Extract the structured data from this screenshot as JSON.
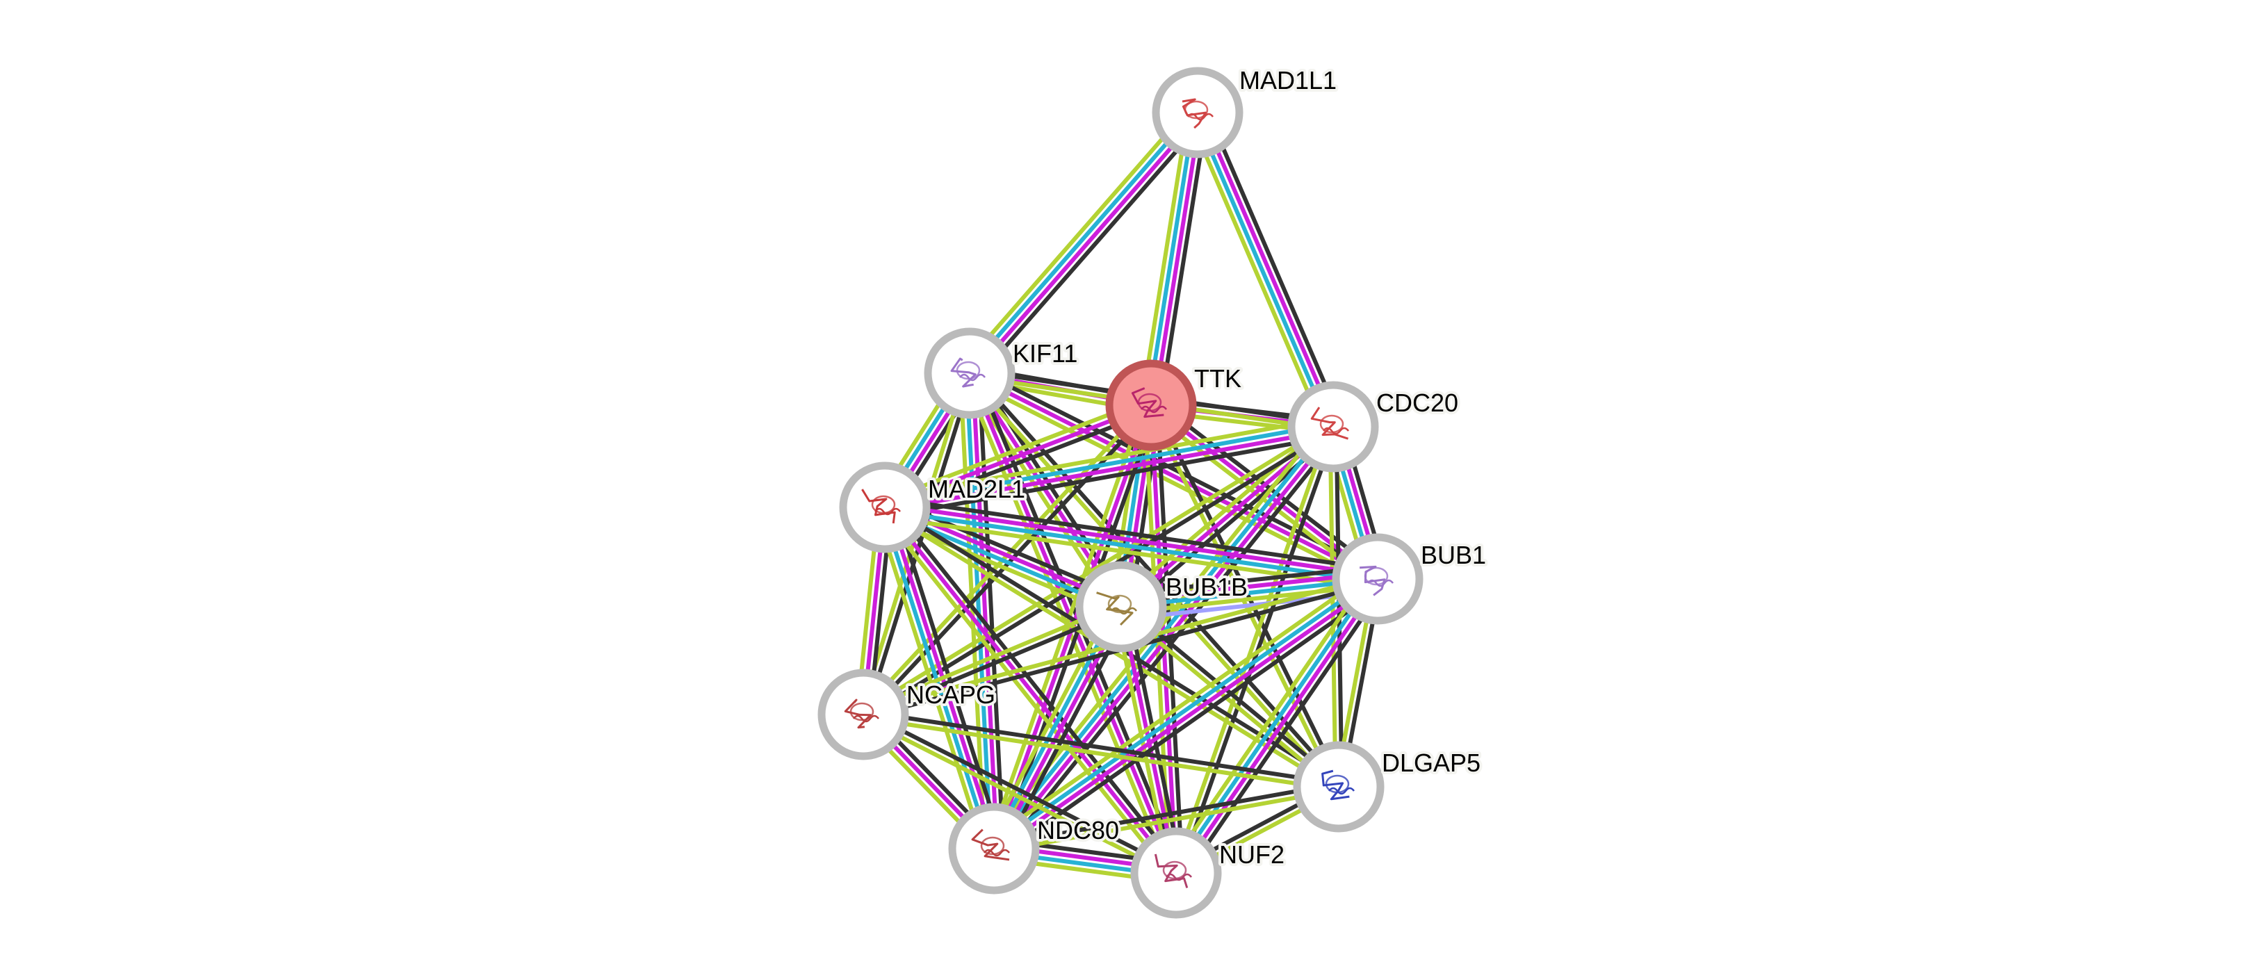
{
  "network": {
    "colors": {
      "experiments": "#cc1fdb",
      "databases": "#27b2d4",
      "textmining": "#b4d334",
      "coexpression": "#333333",
      "homology": "#a0a0ff",
      "node_ring": "#bababa",
      "query_fill": "#f79595",
      "query_ring": "#bf5555"
    },
    "nodes": [
      {
        "id": "MAD1L1",
        "label": "MAD1L1",
        "query": false,
        "icon": "protein-structure-icon",
        "tint": "#d04545"
      },
      {
        "id": "KIF11",
        "label": "KIF11",
        "query": false,
        "icon": "protein-structure-icon",
        "tint": "#9b74c9"
      },
      {
        "id": "TTK",
        "label": "TTK",
        "query": true,
        "icon": "protein-structure-icon",
        "tint": "#b8246a"
      },
      {
        "id": "CDC20",
        "label": "CDC20",
        "query": false,
        "icon": "protein-structure-icon",
        "tint": "#d04545"
      },
      {
        "id": "MAD2L1",
        "label": "MAD2L1",
        "query": false,
        "icon": "protein-structure-icon",
        "tint": "#c83a3a"
      },
      {
        "id": "BUB1B",
        "label": "BUB1B",
        "query": false,
        "icon": "protein-structure-icon",
        "tint": "#9a8040"
      },
      {
        "id": "BUB1",
        "label": "BUB1",
        "query": false,
        "icon": "protein-structure-icon",
        "tint": "#9b74c9"
      },
      {
        "id": "NCAPG",
        "label": "NCAPG",
        "query": false,
        "icon": "protein-structure-icon",
        "tint": "#b84040"
      },
      {
        "id": "DLGAP5",
        "label": "DLGAP5",
        "query": false,
        "icon": "protein-structure-icon",
        "tint": "#3344bb"
      },
      {
        "id": "NDC80",
        "label": "NDC80",
        "query": false,
        "icon": "protein-structure-icon",
        "tint": "#b84040"
      },
      {
        "id": "NUF2",
        "label": "NUF2",
        "query": false,
        "icon": "protein-structure-icon",
        "tint": "#b0406a"
      }
    ],
    "edges": [
      {
        "a": "MAD1L1",
        "b": "KIF11",
        "types": [
          "coexpression",
          "experiments",
          "databases",
          "textmining"
        ]
      },
      {
        "a": "MAD1L1",
        "b": "TTK",
        "types": [
          "coexpression",
          "experiments",
          "databases",
          "textmining"
        ]
      },
      {
        "a": "MAD1L1",
        "b": "CDC20",
        "types": [
          "coexpression",
          "experiments",
          "databases",
          "textmining"
        ]
      },
      {
        "a": "KIF11",
        "b": "TTK",
        "types": [
          "coexpression",
          "experiments",
          "textmining"
        ]
      },
      {
        "a": "TTK",
        "b": "CDC20",
        "types": [
          "coexpression",
          "experiments",
          "textmining"
        ]
      },
      {
        "a": "KIF11",
        "b": "MAD2L1",
        "types": [
          "coexpression",
          "experiments",
          "databases",
          "textmining"
        ]
      },
      {
        "a": "KIF11",
        "b": "BUB1B",
        "types": [
          "coexpression",
          "experiments",
          "textmining"
        ]
      },
      {
        "a": "KIF11",
        "b": "BUB1",
        "types": [
          "coexpression",
          "experiments",
          "textmining"
        ]
      },
      {
        "a": "KIF11",
        "b": "NCAPG",
        "types": [
          "coexpression",
          "textmining"
        ]
      },
      {
        "a": "KIF11",
        "b": "NDC80",
        "types": [
          "coexpression",
          "experiments",
          "databases",
          "textmining"
        ]
      },
      {
        "a": "KIF11",
        "b": "NUF2",
        "types": [
          "coexpression",
          "experiments",
          "textmining"
        ]
      },
      {
        "a": "KIF11",
        "b": "DLGAP5",
        "types": [
          "coexpression",
          "textmining"
        ]
      },
      {
        "a": "KIF11",
        "b": "CDC20",
        "types": [
          "coexpression",
          "textmining"
        ]
      },
      {
        "a": "TTK",
        "b": "MAD2L1",
        "types": [
          "coexpression",
          "experiments",
          "textmining"
        ]
      },
      {
        "a": "TTK",
        "b": "BUB1B",
        "types": [
          "coexpression",
          "experiments",
          "databases",
          "textmining"
        ]
      },
      {
        "a": "TTK",
        "b": "BUB1",
        "types": [
          "coexpression",
          "experiments",
          "textmining"
        ]
      },
      {
        "a": "TTK",
        "b": "NCAPG",
        "types": [
          "coexpression",
          "textmining"
        ]
      },
      {
        "a": "TTK",
        "b": "NDC80",
        "types": [
          "coexpression",
          "experiments",
          "textmining"
        ]
      },
      {
        "a": "TTK",
        "b": "NUF2",
        "types": [
          "coexpression",
          "experiments",
          "textmining"
        ]
      },
      {
        "a": "TTK",
        "b": "DLGAP5",
        "types": [
          "coexpression",
          "textmining"
        ]
      },
      {
        "a": "CDC20",
        "b": "MAD2L1",
        "types": [
          "coexpression",
          "experiments",
          "databases",
          "textmining"
        ]
      },
      {
        "a": "CDC20",
        "b": "BUB1B",
        "types": [
          "coexpression",
          "experiments",
          "textmining"
        ]
      },
      {
        "a": "CDC20",
        "b": "BUB1",
        "types": [
          "coexpression",
          "experiments",
          "databases",
          "textmining"
        ]
      },
      {
        "a": "CDC20",
        "b": "NCAPG",
        "types": [
          "coexpression",
          "textmining"
        ]
      },
      {
        "a": "CDC20",
        "b": "NDC80",
        "types": [
          "coexpression",
          "experiments",
          "databases",
          "textmining"
        ]
      },
      {
        "a": "CDC20",
        "b": "NUF2",
        "types": [
          "coexpression",
          "textmining"
        ]
      },
      {
        "a": "CDC20",
        "b": "DLGAP5",
        "types": [
          "coexpression",
          "textmining"
        ]
      },
      {
        "a": "MAD2L1",
        "b": "BUB1B",
        "types": [
          "coexpression",
          "experiments",
          "databases",
          "textmining"
        ]
      },
      {
        "a": "MAD2L1",
        "b": "BUB1",
        "types": [
          "coexpression",
          "experiments",
          "databases",
          "textmining"
        ]
      },
      {
        "a": "MAD2L1",
        "b": "NCAPG",
        "types": [
          "coexpression",
          "experiments",
          "textmining"
        ]
      },
      {
        "a": "MAD2L1",
        "b": "NDC80",
        "types": [
          "coexpression",
          "experiments",
          "databases",
          "textmining"
        ]
      },
      {
        "a": "MAD2L1",
        "b": "NUF2",
        "types": [
          "coexpression",
          "experiments",
          "textmining"
        ]
      },
      {
        "a": "MAD2L1",
        "b": "DLGAP5",
        "types": [
          "coexpression",
          "textmining"
        ]
      },
      {
        "a": "BUB1B",
        "b": "BUB1",
        "types": [
          "coexpression",
          "experiments",
          "databases",
          "textmining",
          "homology"
        ]
      },
      {
        "a": "BUB1B",
        "b": "NCAPG",
        "types": [
          "coexpression",
          "textmining"
        ]
      },
      {
        "a": "BUB1B",
        "b": "NDC80",
        "types": [
          "coexpression",
          "experiments",
          "databases",
          "textmining"
        ]
      },
      {
        "a": "BUB1B",
        "b": "NUF2",
        "types": [
          "coexpression",
          "experiments",
          "textmining"
        ]
      },
      {
        "a": "BUB1B",
        "b": "DLGAP5",
        "types": [
          "coexpression",
          "textmining"
        ]
      },
      {
        "a": "BUB1",
        "b": "NCAPG",
        "types": [
          "coexpression",
          "textmining"
        ]
      },
      {
        "a": "BUB1",
        "b": "NDC80",
        "types": [
          "coexpression",
          "experiments",
          "databases",
          "textmining"
        ]
      },
      {
        "a": "BUB1",
        "b": "NUF2",
        "types": [
          "coexpression",
          "experiments",
          "databases",
          "textmining"
        ]
      },
      {
        "a": "BUB1",
        "b": "DLGAP5",
        "types": [
          "coexpression",
          "textmining"
        ]
      },
      {
        "a": "NCAPG",
        "b": "NDC80",
        "types": [
          "coexpression",
          "experiments",
          "textmining"
        ]
      },
      {
        "a": "NCAPG",
        "b": "NUF2",
        "types": [
          "coexpression",
          "textmining"
        ]
      },
      {
        "a": "NCAPG",
        "b": "DLGAP5",
        "types": [
          "coexpression",
          "textmining"
        ]
      },
      {
        "a": "NDC80",
        "b": "NUF2",
        "types": [
          "coexpression",
          "experiments",
          "databases",
          "textmining"
        ]
      },
      {
        "a": "NDC80",
        "b": "DLGAP5",
        "types": [
          "coexpression",
          "textmining"
        ]
      },
      {
        "a": "NUF2",
        "b": "DLGAP5",
        "types": [
          "coexpression",
          "textmining"
        ]
      }
    ]
  }
}
